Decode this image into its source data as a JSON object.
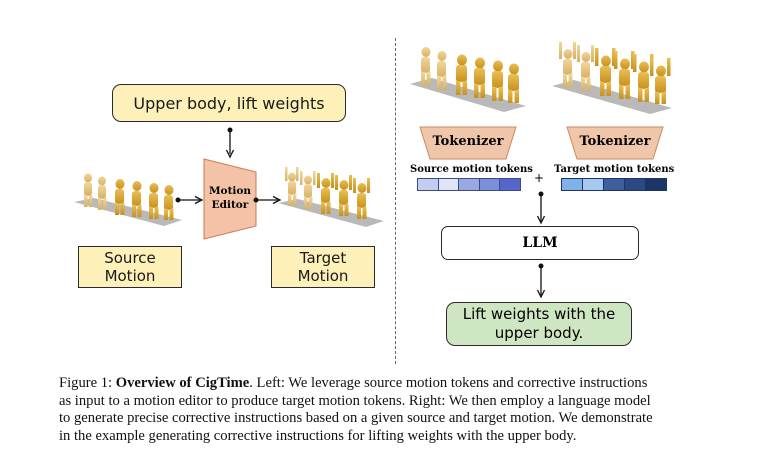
{
  "left": {
    "instruction": "Upper body, lift weights",
    "editor_line1": "Motion",
    "editor_line2": "Editor",
    "source_label_1": "Source",
    "source_label_2": "Motion",
    "target_label_1": "Target",
    "target_label_2": "Motion"
  },
  "right": {
    "tokenizer_left": "Tokenizer",
    "tokenizer_right": "Tokenizer",
    "source_tokens_label": "Source motion tokens",
    "target_tokens_label": "Target motion tokens",
    "plus": "+",
    "llm": "LLM",
    "output_line1": "Lift weights with the",
    "output_line2": "upper body."
  },
  "caption": {
    "prefix": "Figure 1: ",
    "title": "Overview of CigTime",
    "line1_rest": ". Left: We leverage source motion tokens and corrective instructions",
    "line2": "as input to a motion editor to produce target motion tokens. Right: We then employ a language model",
    "line3": "to generate precise corrective instructions based on a given source and target motion. We demonstrate",
    "line4": "in the example generating corrective instructions for lifting weights with the upper body."
  },
  "colors": {
    "instruction_fill": "#fdf0b8",
    "editor_fill": "#f4c2a6",
    "tokenizer_fill": "#efc6aa",
    "output_fill": "#cfe6c2",
    "token_source": [
      "#c4cdf0",
      "#dfe5f7",
      "#9aa9e4",
      "#7d8fd8",
      "#5566c8"
    ],
    "token_target": [
      "#7fb3e8",
      "#a7c8ef",
      "#3d5f9c",
      "#2b4a85",
      "#1d3466"
    ]
  }
}
